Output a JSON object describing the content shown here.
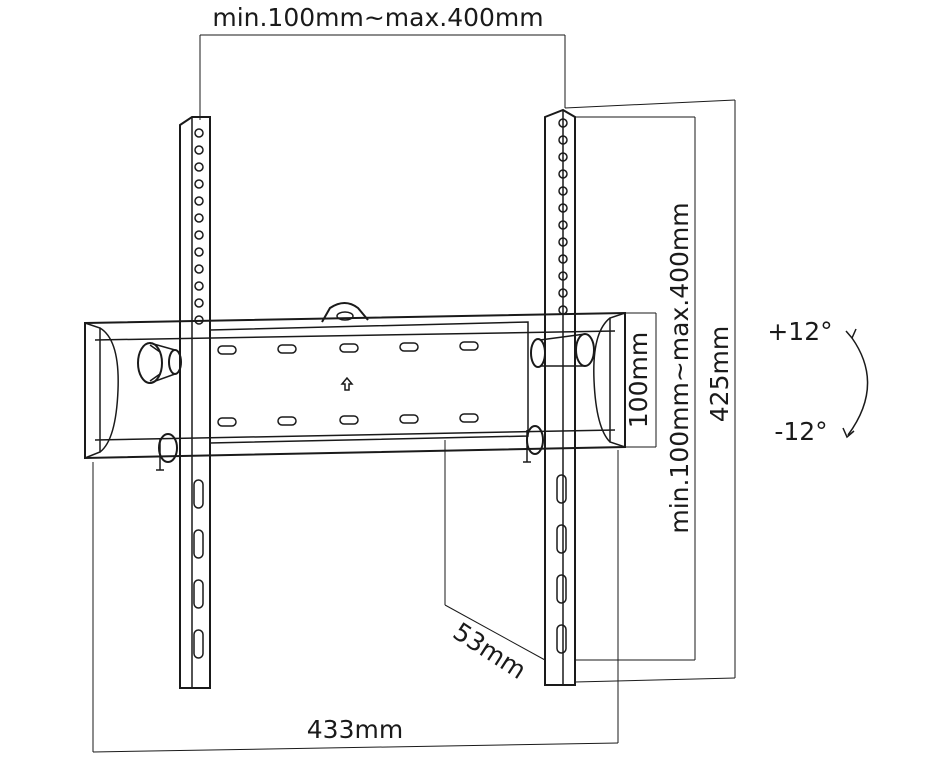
{
  "dimensions": {
    "top_width": "min.100mm~max.400mm",
    "vertical_range": "min.100mm~max.400mm",
    "vertical_fixed": "100mm",
    "height": "425mm",
    "depth": "53mm",
    "width": "433mm"
  },
  "tilt": {
    "up": "+12°",
    "down": "-12°"
  },
  "colors": {
    "line": "#1a1a1a",
    "background": "#ffffff"
  }
}
